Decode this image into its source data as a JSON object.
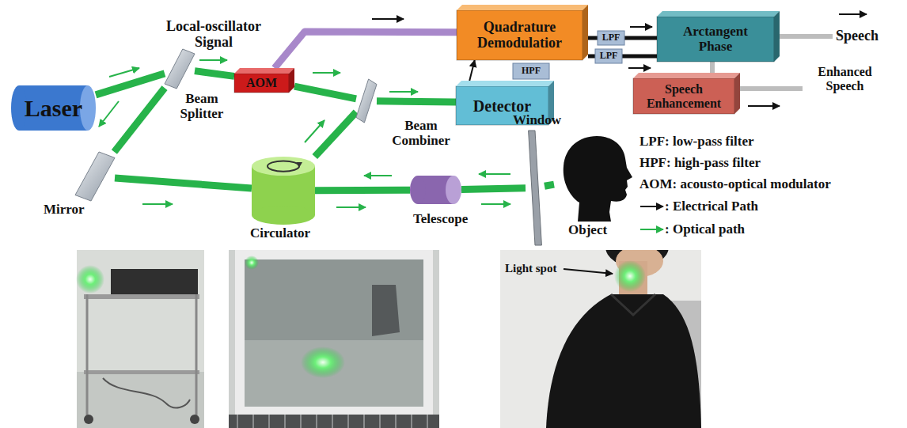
{
  "diagram": {
    "nodes": [
      {
        "text": [
          "Laser"
        ]
      },
      {
        "text": [
          "Beam Splitter"
        ]
      },
      {
        "text": [
          "AOM"
        ]
      },
      {
        "text": [
          "Quadrature Demodulatior"
        ]
      },
      {
        "text": [
          "LPF"
        ]
      },
      {
        "text": [
          "LPF"
        ]
      },
      {
        "text": [
          "HPF"
        ]
      },
      {
        "text": [
          "Arctangent Phase"
        ]
      },
      {
        "text": [
          "Speech Enhancement"
        ]
      },
      {
        "text": [
          "Detector"
        ]
      },
      {
        "text": [
          "Beam Combiner"
        ]
      },
      {
        "text": [
          "Mirror"
        ]
      },
      {
        "text": [
          "Circulator"
        ]
      },
      {
        "text": [
          "Telescope"
        ]
      },
      {
        "text": [
          "Window"
        ]
      },
      {
        "text": [
          "Object"
        ]
      }
    ],
    "edges": [
      {
        "from": 0,
        "to": 1,
        "arrow": "none"
      },
      {
        "from": 1,
        "to": 2,
        "arrow": "none"
      },
      {
        "from": 1,
        "to": 11,
        "arrow": "none"
      },
      {
        "from": 11,
        "to": 12,
        "arrow": "none"
      },
      {
        "from": 2,
        "to": 10,
        "arrow": "none"
      },
      {
        "from": 12,
        "to": 10,
        "arrow": "none"
      },
      {
        "from": 10,
        "to": 9,
        "arrow": "none"
      },
      {
        "from": 12,
        "to": 13,
        "arrow": "none"
      },
      {
        "from": 13,
        "to": 14,
        "arrow": "none"
      },
      {
        "from": 14,
        "to": 15,
        "arrow": "none"
      },
      {
        "from": 2,
        "to": 3,
        "arrow": "none"
      },
      {
        "from": 9,
        "to": 3,
        "arrow": "to"
      },
      {
        "from": 3,
        "to": 4,
        "arrow": "none"
      },
      {
        "from": 3,
        "to": 5,
        "arrow": "none"
      },
      {
        "from": 4,
        "to": 7,
        "arrow": "none"
      },
      {
        "from": 5,
        "to": 7,
        "arrow": "none"
      },
      {
        "from": 7,
        "to": 8,
        "arrow": "none"
      }
    ],
    "labels": [
      "Local-oscillator Signal",
      "Speech",
      "Enhanced Speech",
      "LPF: low-pass filter",
      "HPF: high-pass filter",
      "AOM: acousto-optical modulator",
      "Light spot"
    ],
    "legend": [
      {
        "text": ": Electrical Path"
      },
      {
        "text": ": Optical path"
      }
    ]
  }
}
